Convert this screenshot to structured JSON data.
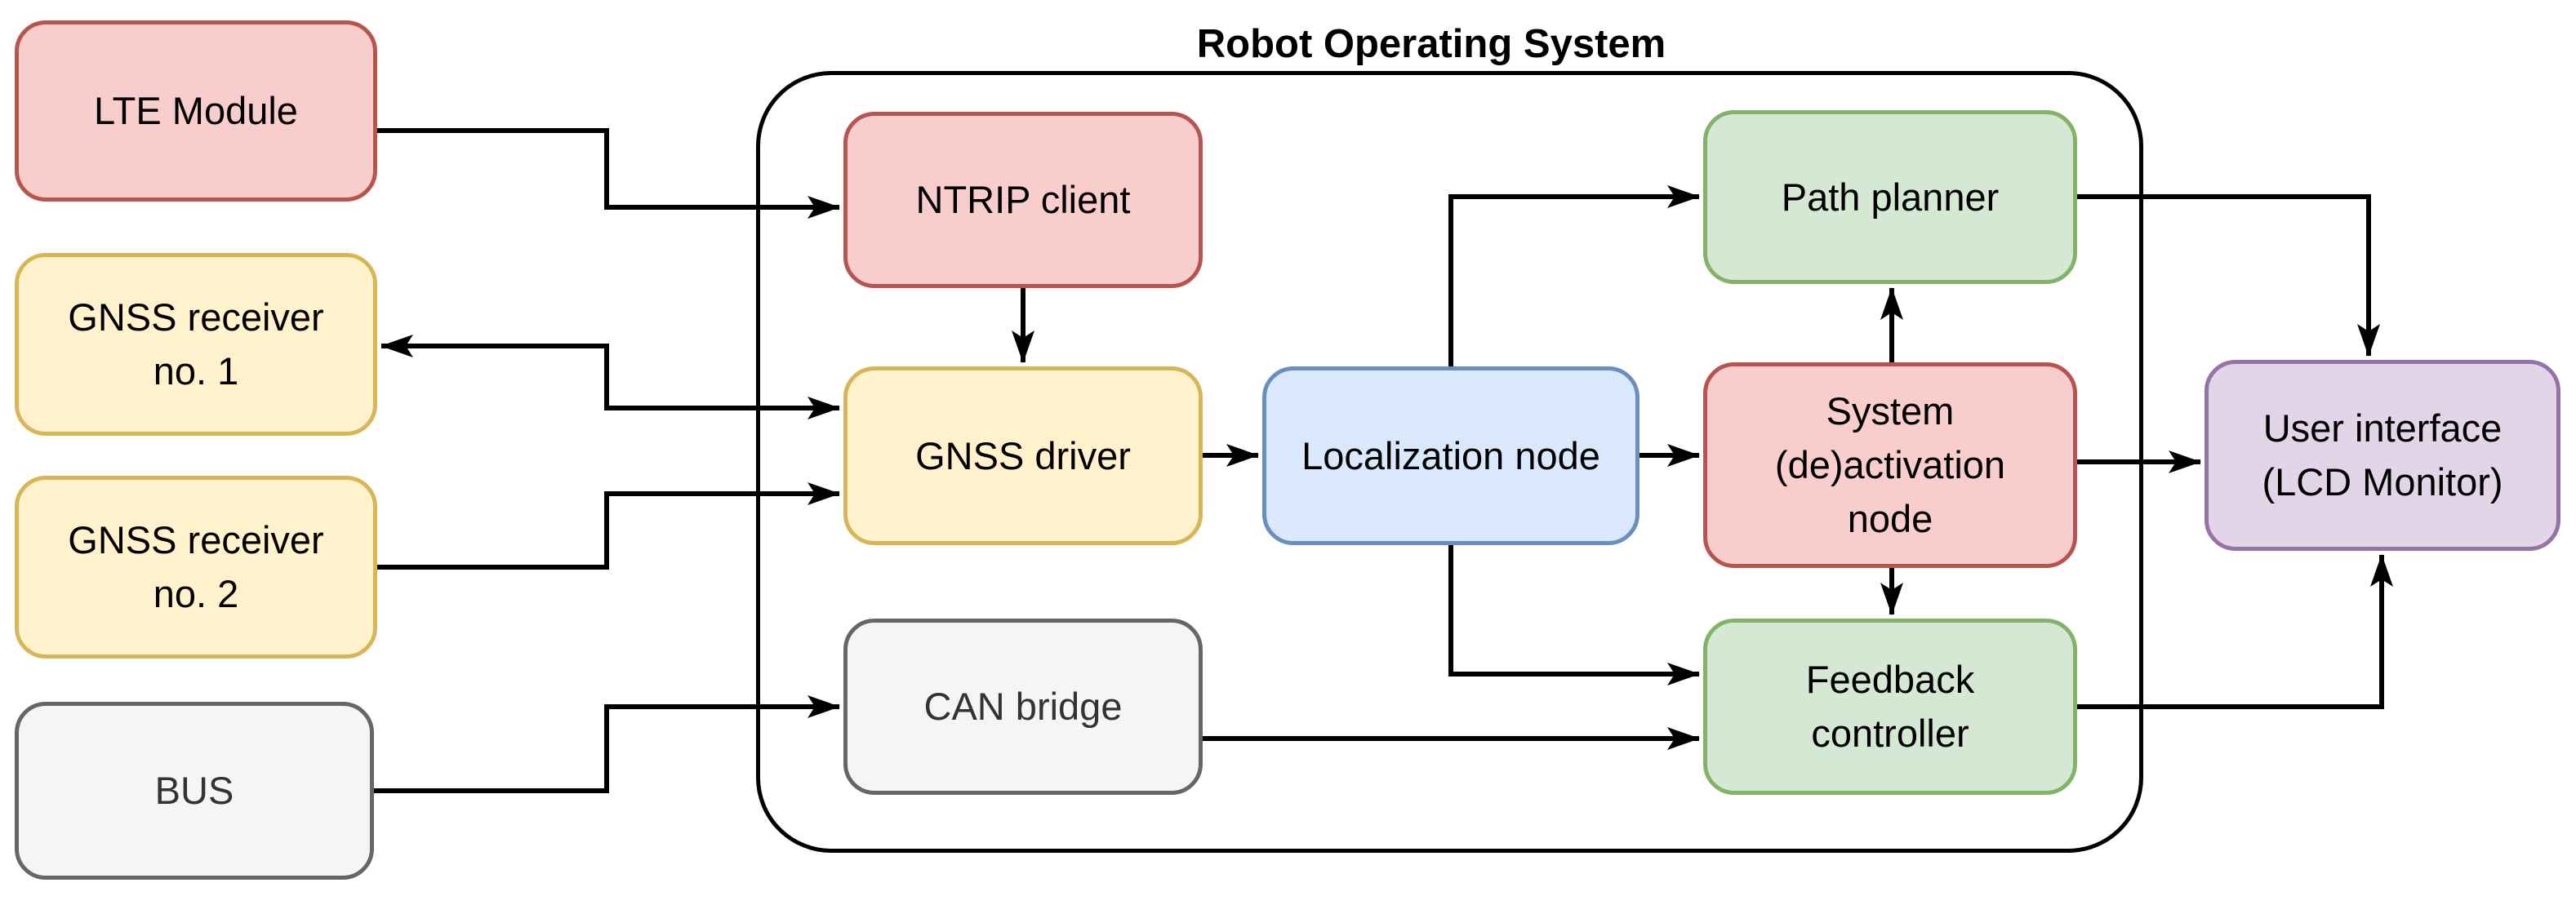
{
  "page": {
    "background": "#ffffff",
    "diagram_type": "block-diagram"
  },
  "container": {
    "title": "Robot Operating System"
  },
  "palette": {
    "red": {
      "fill": "#F8CECC",
      "stroke": "#B85450",
      "text": "#000000"
    },
    "yellow": {
      "fill": "#FFF2CC",
      "stroke": "#D6B656",
      "text": "#000000"
    },
    "gray": {
      "fill": "#F5F5F5",
      "stroke": "#666666",
      "text": "#333333"
    },
    "blue": {
      "fill": "#DAE8FC",
      "stroke": "#6C8EBF",
      "text": "#000000"
    },
    "green": {
      "fill": "#D5E8D4",
      "stroke": "#82B366",
      "text": "#000000"
    },
    "purple": {
      "fill": "#E1D5E7",
      "stroke": "#9673A6",
      "text": "#000000"
    },
    "line": {
      "fill": "#000000",
      "stroke": "#000000"
    }
  },
  "nodes": {
    "lte": {
      "label": "LTE Module",
      "lines": [
        "LTE Module"
      ],
      "color": "red"
    },
    "gnss1": {
      "label": "GNSS receiver no. 1",
      "lines": [
        "GNSS receiver",
        "no. 1"
      ],
      "color": "yellow"
    },
    "gnss2": {
      "label": "GNSS receiver no. 2",
      "lines": [
        "GNSS receiver",
        "no. 2"
      ],
      "color": "yellow"
    },
    "bus": {
      "label": "BUS",
      "lines": [
        "BUS"
      ],
      "color": "gray"
    },
    "ntrip": {
      "label": "NTRIP client",
      "lines": [
        "NTRIP client"
      ],
      "color": "red"
    },
    "gnss_driver": {
      "label": "GNSS driver",
      "lines": [
        "GNSS driver"
      ],
      "color": "yellow"
    },
    "localization": {
      "label": "Localization node",
      "lines": [
        "Localization node"
      ],
      "color": "blue"
    },
    "path_planner": {
      "label": "Path planner",
      "lines": [
        "Path planner"
      ],
      "color": "green"
    },
    "system_node": {
      "label": "System (de)activation node",
      "lines": [
        "System",
        "(de)activation",
        "node"
      ],
      "color": "red"
    },
    "can_bridge": {
      "label": "CAN bridge",
      "lines": [
        "CAN bridge"
      ],
      "color": "gray"
    },
    "feedback": {
      "label": "Feedback controller",
      "lines": [
        "Feedback",
        "controller"
      ],
      "color": "green"
    },
    "ui": {
      "label": "User interface (LCD Monitor)",
      "lines": [
        "User interface",
        "(LCD Monitor)"
      ],
      "color": "purple"
    }
  },
  "edges": [
    {
      "from": "LTE Module",
      "to": "NTRIP client",
      "bidirectional": false
    },
    {
      "from": "GNSS driver",
      "to": "GNSS receiver no. 1",
      "bidirectional": true
    },
    {
      "from": "GNSS receiver no. 2",
      "to": "GNSS driver",
      "bidirectional": false
    },
    {
      "from": "BUS",
      "to": "CAN bridge",
      "bidirectional": false
    },
    {
      "from": "NTRIP client",
      "to": "GNSS driver",
      "bidirectional": false
    },
    {
      "from": "GNSS driver",
      "to": "Localization node",
      "bidirectional": false
    },
    {
      "from": "Localization node",
      "to": "System (de)activation node",
      "bidirectional": false
    },
    {
      "from": "Localization node",
      "to": "Path planner",
      "bidirectional": false
    },
    {
      "from": "Localization node",
      "to": "Feedback controller",
      "bidirectional": false
    },
    {
      "from": "CAN bridge",
      "to": "Feedback controller",
      "bidirectional": false
    },
    {
      "from": "System (de)activation node",
      "to": "Path planner",
      "bidirectional": false
    },
    {
      "from": "System (de)activation node",
      "to": "Feedback controller",
      "bidirectional": false
    },
    {
      "from": "System (de)activation node",
      "to": "User interface (LCD Monitor)",
      "bidirectional": false
    },
    {
      "from": "Path planner",
      "to": "User interface (LCD Monitor)",
      "bidirectional": false
    },
    {
      "from": "Feedback controller",
      "to": "User interface (LCD Monitor)",
      "bidirectional": false
    }
  ]
}
